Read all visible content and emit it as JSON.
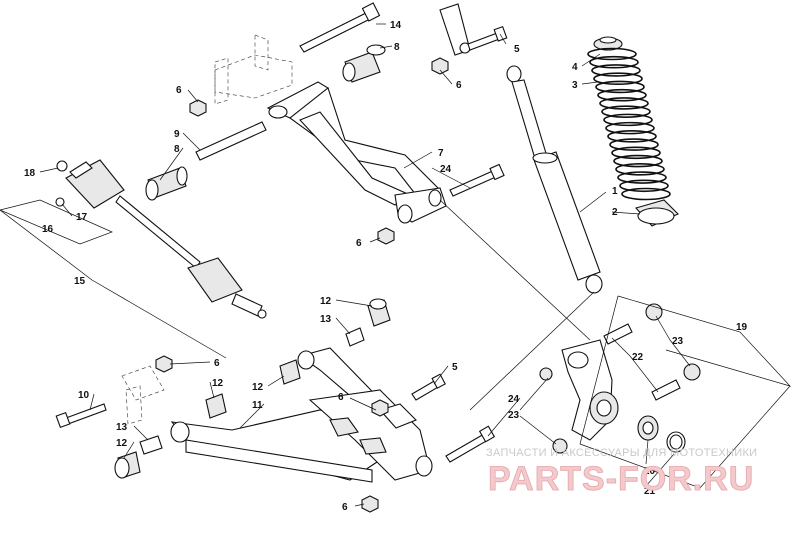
{
  "callouts": [
    {
      "id": "c1",
      "label": "1"
    },
    {
      "id": "c2",
      "label": "2"
    },
    {
      "id": "c3",
      "label": "3"
    },
    {
      "id": "c4",
      "label": "4"
    },
    {
      "id": "c5a",
      "label": "5"
    },
    {
      "id": "c5b",
      "label": "5"
    },
    {
      "id": "c6a",
      "label": "6"
    },
    {
      "id": "c6b",
      "label": "6"
    },
    {
      "id": "c6c",
      "label": "6"
    },
    {
      "id": "c6d",
      "label": "6"
    },
    {
      "id": "c6e",
      "label": "6"
    },
    {
      "id": "c6f",
      "label": "6"
    },
    {
      "id": "c7",
      "label": "7"
    },
    {
      "id": "c8a",
      "label": "8"
    },
    {
      "id": "c8b",
      "label": "8"
    },
    {
      "id": "c9",
      "label": "9"
    },
    {
      "id": "c10",
      "label": "10"
    },
    {
      "id": "c11",
      "label": "11"
    },
    {
      "id": "c12a",
      "label": "12"
    },
    {
      "id": "c12b",
      "label": "12"
    },
    {
      "id": "c12c",
      "label": "12"
    },
    {
      "id": "c12d",
      "label": "12"
    },
    {
      "id": "c13a",
      "label": "13"
    },
    {
      "id": "c13b",
      "label": "13"
    },
    {
      "id": "c14",
      "label": "14"
    },
    {
      "id": "c15",
      "label": "15"
    },
    {
      "id": "c16",
      "label": "16"
    },
    {
      "id": "c17",
      "label": "17"
    },
    {
      "id": "c18",
      "label": "18"
    },
    {
      "id": "c19",
      "label": "19"
    },
    {
      "id": "c20",
      "label": "20"
    },
    {
      "id": "c21",
      "label": "21"
    },
    {
      "id": "c22",
      "label": "22"
    },
    {
      "id": "c23a",
      "label": "23"
    },
    {
      "id": "c23b",
      "label": "23"
    },
    {
      "id": "c24a",
      "label": "24"
    },
    {
      "id": "c24b",
      "label": "24"
    }
  ],
  "watermark": {
    "tagline": "ЗАПЧАСТИ И АКСЕССУАРЫ ДЛЯ МОТОТЕХНИКИ",
    "logo": "PARTS-FOR.RU"
  },
  "colors": {
    "ink": "#111111",
    "watermark_text": "#c9c9c9",
    "watermark_logo": "#f3c9cc"
  }
}
